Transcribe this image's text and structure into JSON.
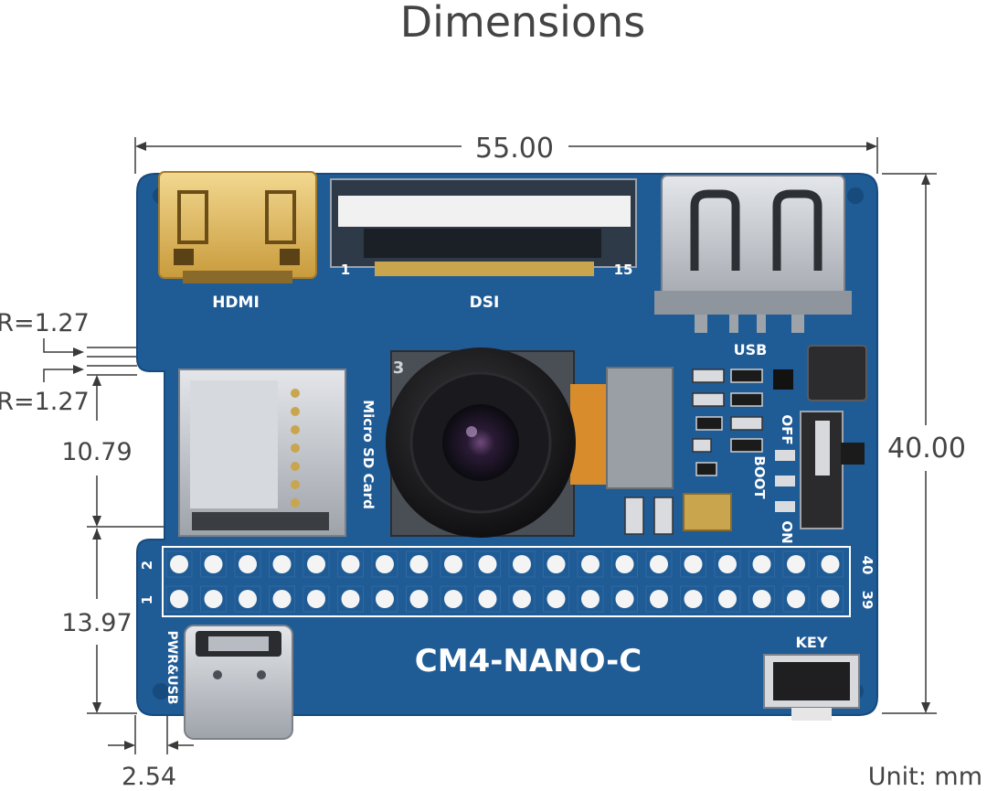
{
  "title": "Dimensions",
  "unit_label": "Unit: mm",
  "dimensions": {
    "width": "55.00",
    "height": "40.00",
    "radius_top": "R=1.27",
    "radius_bottom": "R=1.27",
    "offset_a": "10.79",
    "offset_b": "13.97",
    "offset_c": "2.54"
  },
  "board": {
    "name": "CM4-NANO-C",
    "hdmi": "HDMI",
    "dsi": "DSI",
    "dsi_pin_first": "1",
    "dsi_pin_last": "15",
    "usb": "USB",
    "sd": "Micro SD Card",
    "boot": "BOOT",
    "off": "OFF",
    "on": "ON",
    "key": "KEY",
    "pwr": "PWR&USB",
    "cam_mark": "3",
    "gpio_pins": {
      "top_left": "2",
      "bottom_left": "1",
      "top_right": "40",
      "bottom_right": "39"
    }
  },
  "colors": {
    "pcb": "#1f5b95",
    "pcb_dark": "#174a7d",
    "silk": "#ffffff",
    "gold": "#d9b45c",
    "metal": "#b8bcc2",
    "dim_line": "#3a3a3a",
    "text": "#444444"
  }
}
